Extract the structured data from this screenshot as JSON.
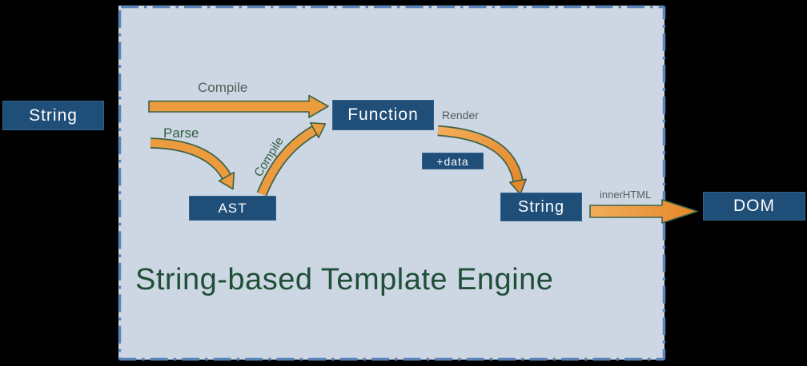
{
  "diagram": {
    "title": "String-based Template Engine",
    "nodes": {
      "input_string": "String",
      "function_box": "Function",
      "ast": "AST",
      "plus_data": "+data",
      "output_string": "String",
      "dom": "DOM"
    },
    "edges": {
      "compile_direct": "Compile",
      "parse": "Parse",
      "compile_from_ast": "Compile",
      "render": "Render",
      "inner_html": "innerHTML"
    },
    "colors": {
      "background": "#000000",
      "panel_fill": "#cdd7e4",
      "panel_border": "#5b84b8",
      "node_fill": "#1f4e79",
      "node_text": "#ffffff",
      "arrow_fill": "#ec9c3e",
      "arrow_outline": "#3d6347",
      "label_green": "#2e5c3d",
      "label_gray": "#565d5b",
      "title_color": "#1f4f36"
    }
  }
}
